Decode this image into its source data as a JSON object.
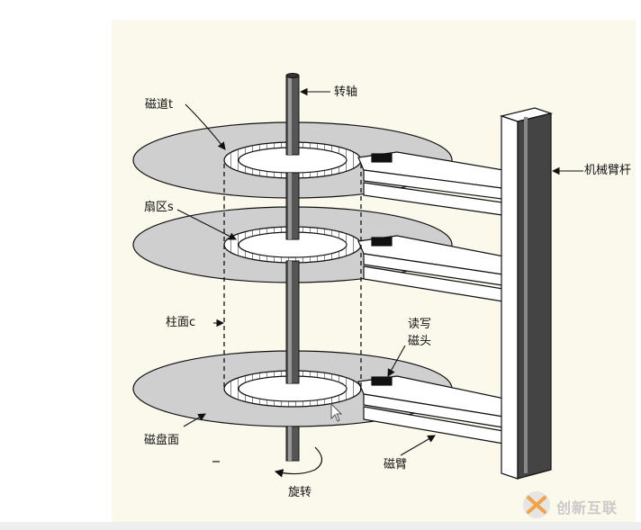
{
  "labels": {
    "spindle": "转轴",
    "track": "磁道t",
    "sector": "扇区s",
    "cylinder": "柱面c",
    "rw_head": "读写\n磁头",
    "platter_surface": "磁盘面",
    "rotation": "旋转",
    "actuator_arm": "磁臂",
    "mechanical_arm_rod": "机械臂杆"
  },
  "watermark": {
    "text": "创新互联"
  },
  "colors": {
    "panel": "#fbf9ec",
    "platter": "#cfcfcf",
    "ink": "#111111"
  }
}
